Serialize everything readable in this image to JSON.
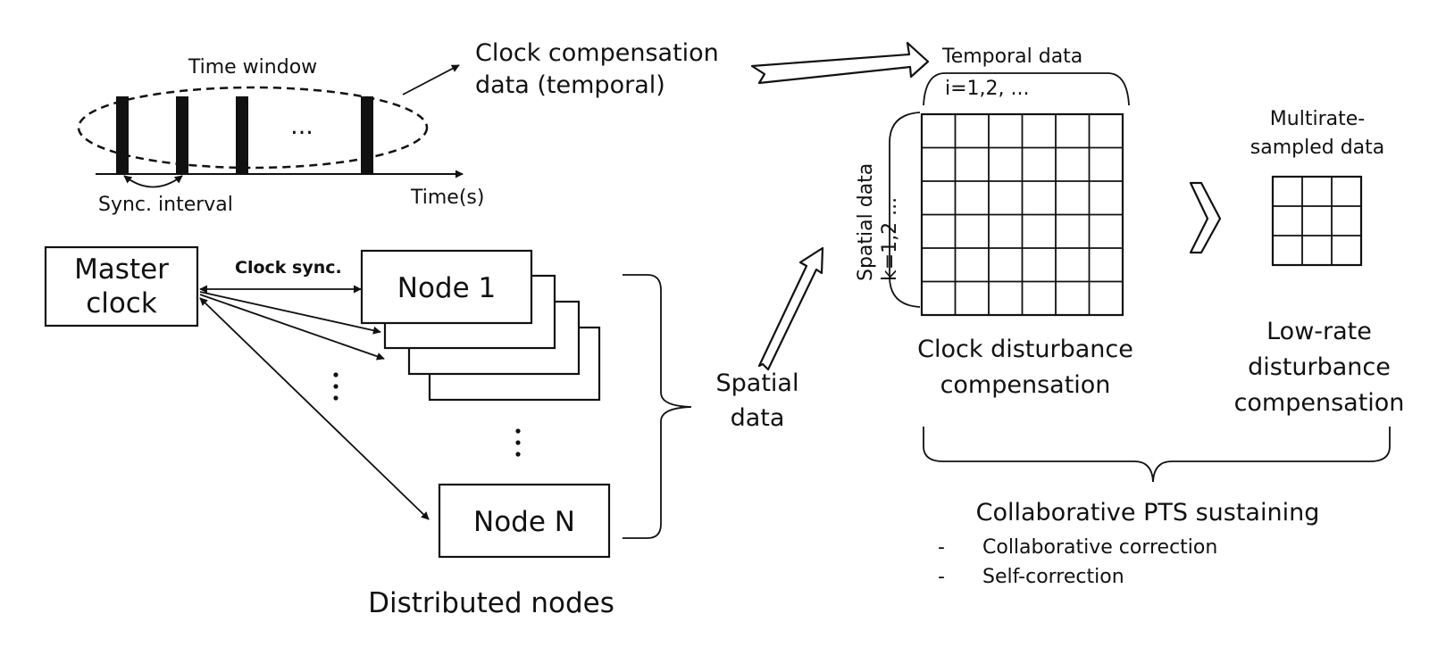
{
  "timeline": {
    "window_label": "Time window",
    "ellipsis": "...",
    "interval_label": "Sync. interval",
    "axis_label": "Time(s)"
  },
  "temporal": {
    "compensation_line1": "Clock compensation",
    "compensation_line2": "data (temporal)",
    "temporal_label": "Temporal data",
    "temporal_index": "i=1,2, ..."
  },
  "spatial": {
    "rotated_label": "Spatial data",
    "rotated_index": "k=1,2 ...",
    "side_line1": "Spatial",
    "side_line2": "data"
  },
  "nodes": {
    "master_line1": "Master",
    "master_line2": "clock",
    "sync_label": "Clock sync.",
    "node1": "Node 1",
    "nodeN": "Node N",
    "caption": "Distributed nodes"
  },
  "compensation": {
    "big_caption_line1": "Clock disturbance",
    "big_caption_line2": "compensation",
    "multirate_line1": "Multirate-",
    "multirate_line2": "sampled data",
    "lowrate_line1": "Low-rate",
    "lowrate_line2": "disturbance",
    "lowrate_line3": "compensation"
  },
  "sustaining": {
    "title": "Collaborative PTS sustaining",
    "items": [
      {
        "bullet": "-",
        "text": "Collaborative correction"
      },
      {
        "bullet": "-",
        "text": "Self-correction"
      }
    ]
  }
}
